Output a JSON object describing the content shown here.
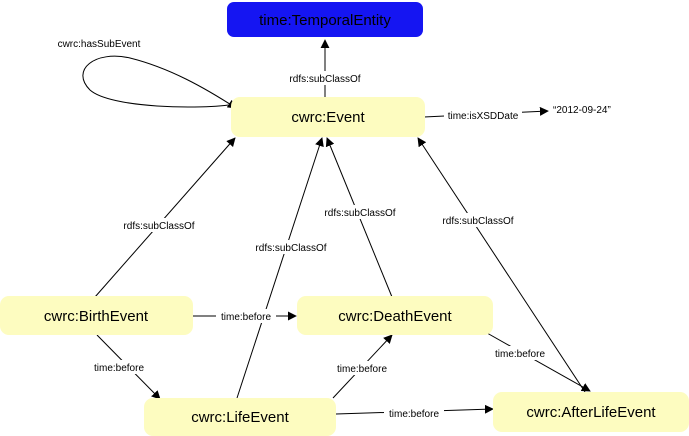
{
  "colors": {
    "class_fill": "#fdfcc0",
    "superclass_fill": "#1515f2",
    "edge": "#000000"
  },
  "nodes": {
    "temporal_entity": "time:TemporalEntity",
    "event": "cwrc:Event",
    "birth_event": "cwrc:BirthEvent",
    "death_event": "cwrc:DeathEvent",
    "life_event": "cwrc:LifeEvent",
    "afterlife_event": "cwrc:AfterLifeEvent",
    "date_literal": "“2012-09-24”"
  },
  "edges": {
    "has_sub_event": "cwrc:hasSubEvent",
    "event_subclass_of": "rdfs:subClassOf",
    "is_xsd_date": "time:isXSDDate",
    "birth_subclass_of": "rdfs:subClassOf",
    "life_subclass_of": "rdfs:subClassOf",
    "death_subclass_of": "rdfs:subClassOf",
    "afterlife_subclass_of": "rdfs:subClassOf",
    "birth_before_death": "time:before",
    "birth_before_life": "time:before",
    "life_before_death": "time:before",
    "death_before_afterlife": "time:before",
    "life_before_afterlife": "time:before"
  }
}
